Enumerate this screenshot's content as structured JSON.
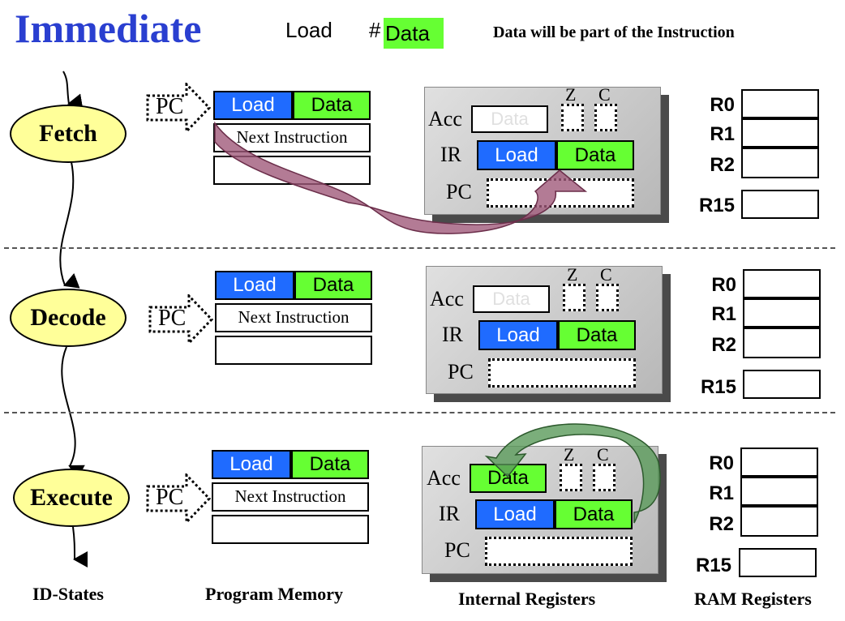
{
  "header": {
    "title": "Immediate",
    "instr_load": "Load",
    "instr_hash": "#",
    "instr_data": "Data",
    "note": "Data will be part of the Instruction"
  },
  "states": {
    "fetch": "Fetch",
    "decode": "Decode",
    "execute": "Execute"
  },
  "program_memory": {
    "pc": "PC",
    "load": "Load",
    "data": "Data",
    "next": "Next Instruction"
  },
  "internal": {
    "acc": "Acc",
    "ir": "IR",
    "pc": "PC",
    "z": "Z",
    "c": "C",
    "acc_value": "Data",
    "ir_load": "Load",
    "ir_data": "Data"
  },
  "ram": {
    "r0": "R0",
    "r1": "R1",
    "r2": "R2",
    "r15": "R15"
  },
  "footer": {
    "states": "ID-States",
    "program_memory": "Program Memory",
    "internal": "Internal Registers",
    "ram": "RAM Registers"
  },
  "colors": {
    "title": "#2a3fd0",
    "load_cell": "#1f6bff",
    "data_cell": "#66ff33",
    "state_fill": "#ffff99",
    "fetch_arrow": "#a05a7a",
    "execute_arrow": "#5a9a5a"
  }
}
